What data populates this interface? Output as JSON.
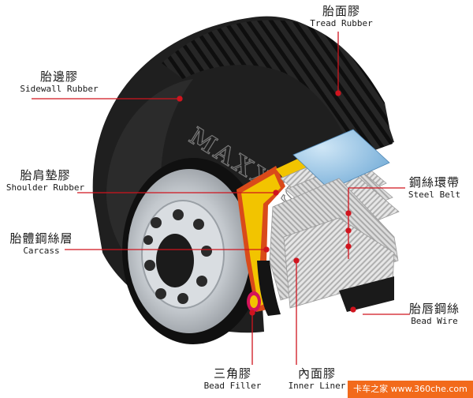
{
  "labels": {
    "tread": {
      "zh": "胎面膠",
      "en": "Tread Rubber"
    },
    "sidewall": {
      "zh": "胎邊膠",
      "en": "Sidewall Rubber"
    },
    "shoulder": {
      "zh": "胎肩墊膠",
      "en": "Shoulder Rubber"
    },
    "carcass": {
      "zh": "胎體鋼絲層",
      "en": "Carcass"
    },
    "steel_belt": {
      "zh": "鋼絲環帶",
      "en": "Steel Belt"
    },
    "bead_wire": {
      "zh": "胎唇鋼絲",
      "en": "Bead Wire"
    },
    "bead_filler": {
      "zh": "三角膠",
      "en": "Bead Filler"
    },
    "inner_liner": {
      "zh": "內面膠",
      "en": "Inner Liner"
    }
  },
  "brand": "MAXXIS",
  "watermark": "卡车之家 www.360che.com",
  "colors": {
    "leader": "#d0141e",
    "tire": "#1e1e1e",
    "belt_blue": "#7fb8e0",
    "filler": "#f2c400",
    "rim": "#c7ccd1",
    "watermark": "#f26a1b"
  }
}
